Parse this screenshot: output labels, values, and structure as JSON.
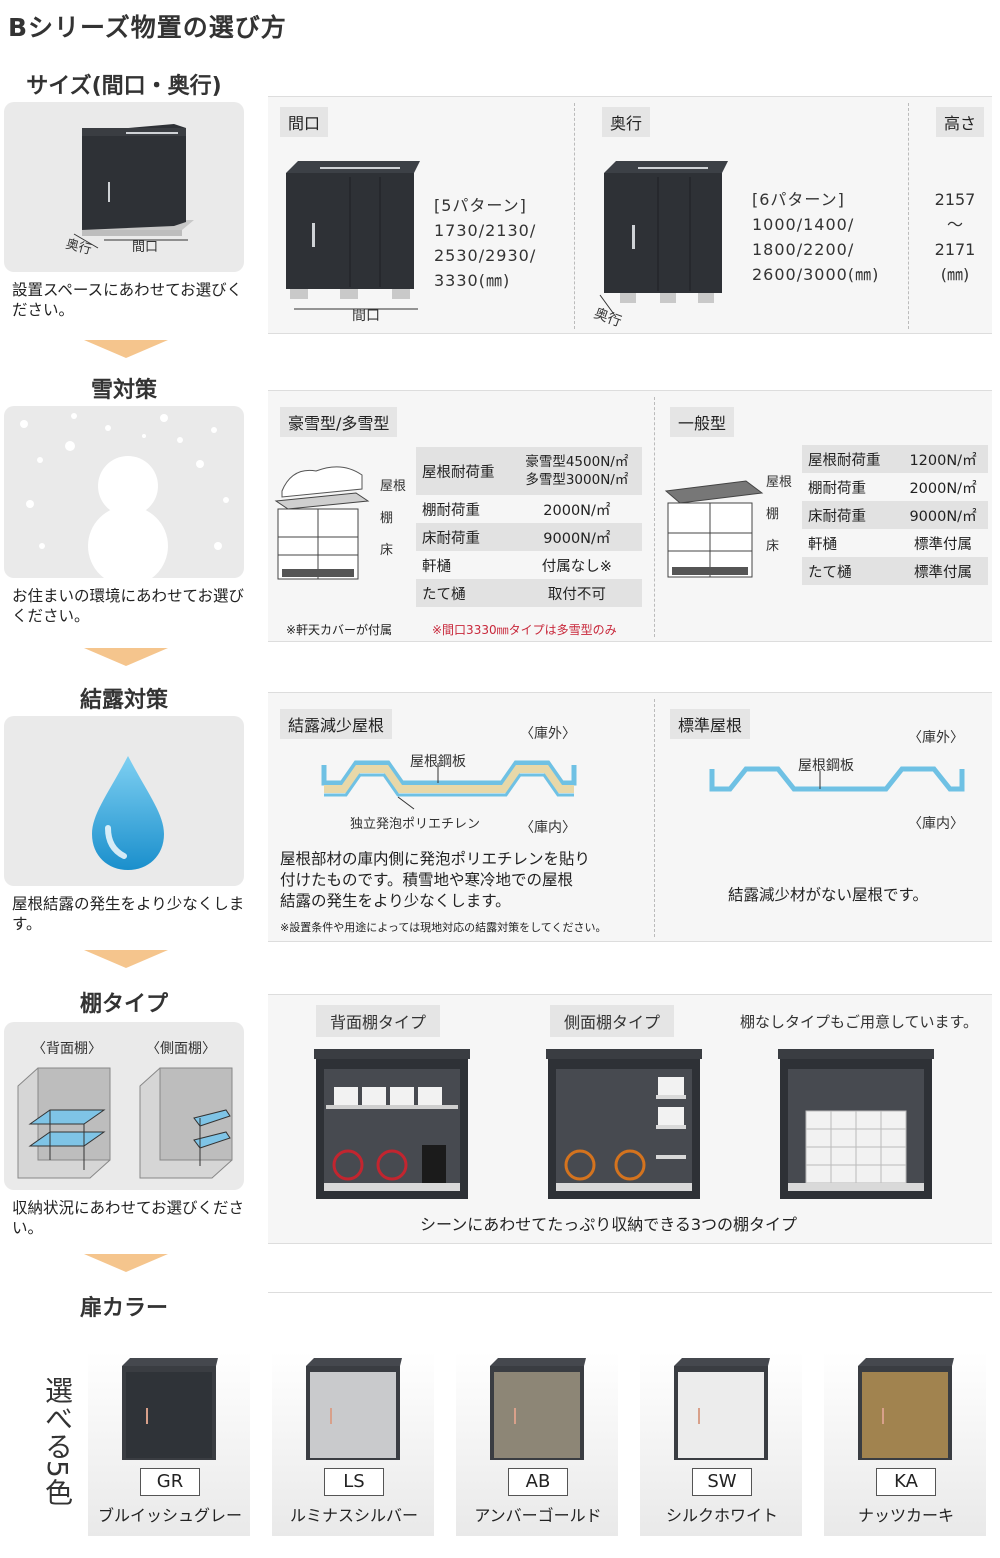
{
  "page_title": "Bシリーズ物置の選び方",
  "size": {
    "title": "サイズ(間口・奥行)",
    "left_text": "設置スペースにあわせてお選びください。",
    "diagram_labels": {
      "depth": "奥行",
      "width": "間口"
    },
    "width": {
      "chip": "間口",
      "patterns": "[5パターン]",
      "values": [
        "1730/2130/",
        "2530/2930/",
        "3330(㎜)"
      ],
      "label": "間口"
    },
    "depth": {
      "chip": "奥行",
      "patterns": "[6パターン]",
      "values": [
        "1000/1400/",
        "1800/2200/",
        "2600/3000(㎜)"
      ],
      "label": "奥行"
    },
    "height": {
      "chip": "高さ",
      "from": "2157",
      "tilde": "〜",
      "to": "2171",
      "unit": "(㎜)"
    }
  },
  "snow": {
    "title": "雪対策",
    "left_text": "お住まいの環境にあわせてお選びください。",
    "heavy": {
      "chip": "豪雪型/多雪型",
      "parts": [
        "屋根",
        "棚",
        "床"
      ],
      "rows": [
        {
          "label": "屋根耐荷重",
          "value": "豪雪型4500N/㎡",
          "value2": "多雪型3000N/㎡"
        },
        {
          "label": "棚耐荷重",
          "value": "2000N/㎡"
        },
        {
          "label": "床耐荷重",
          "value": "9000N/㎡"
        },
        {
          "label": "軒樋",
          "value": "付属なし※"
        },
        {
          "label": "たて樋",
          "value": "取付不可"
        }
      ],
      "note": "※軒天カバーが付属",
      "note_red": "※間口3330㎜タイプは多雪型のみ"
    },
    "general": {
      "chip": "一般型",
      "parts": [
        "屋根",
        "棚",
        "床"
      ],
      "rows": [
        {
          "label": "屋根耐荷重",
          "value": "1200N/㎡"
        },
        {
          "label": "棚耐荷重",
          "value": "2000N/㎡"
        },
        {
          "label": "床耐荷重",
          "value": "9000N/㎡"
        },
        {
          "label": "軒樋",
          "value": "標準付属"
        },
        {
          "label": "たて樋",
          "value": "標準付属"
        }
      ]
    }
  },
  "condensation": {
    "title": "結露対策",
    "left_text": "屋根結露の発生をより少なくします。",
    "reduced": {
      "chip": "結露減少屋根",
      "outside": "〈庫外〉",
      "inside": "〈庫内〉",
      "steel": "屋根鋼板",
      "foam": "独立発泡ポリエチレン",
      "desc": [
        "屋根部材の庫内側に発泡ポリエチレンを貼り",
        "付けたものです。積雪地や寒冷地での屋根",
        "結露の発生をより少なくします。"
      ],
      "note": "※設置条件や用途によっては現地対応の結露対策をしてください。"
    },
    "standard": {
      "chip": "標準屋根",
      "outside": "〈庫外〉",
      "inside": "〈庫内〉",
      "steel": "屋根鋼板",
      "desc": "結露減少材がない屋根です。"
    }
  },
  "shelf": {
    "title": "棚タイプ",
    "left_labels": [
      "〈背面棚〉",
      "〈側面棚〉"
    ],
    "left_text": "収納状況にあわせてお選びください。",
    "types": [
      "背面棚タイプ",
      "側面棚タイプ"
    ],
    "none_note": "棚なしタイプもご用意しています。",
    "caption": "シーンにあわせてたっぷり収納できる3つの棚タイプ"
  },
  "door_color": {
    "title": "扉カラー",
    "vertical_label": "選べる5色",
    "colors": [
      {
        "code": "GR",
        "name": "ブルイッシュグレー",
        "hex": "#2f3338"
      },
      {
        "code": "LS",
        "name": "ルミナスシルバー",
        "hex": "#c9cacc"
      },
      {
        "code": "AB",
        "name": "アンバーゴールド",
        "hex": "#8d8676"
      },
      {
        "code": "SW",
        "name": "シルクホワイト",
        "hex": "#ececec"
      },
      {
        "code": "KA",
        "name": "ナッツカーキ",
        "hex": "#a1834f"
      }
    ]
  },
  "colors": {
    "arrow": "#f5c58d",
    "accent_blue": "#7fc4e6",
    "red_note": "#c8283b",
    "shed_dark": "#2e3136"
  }
}
